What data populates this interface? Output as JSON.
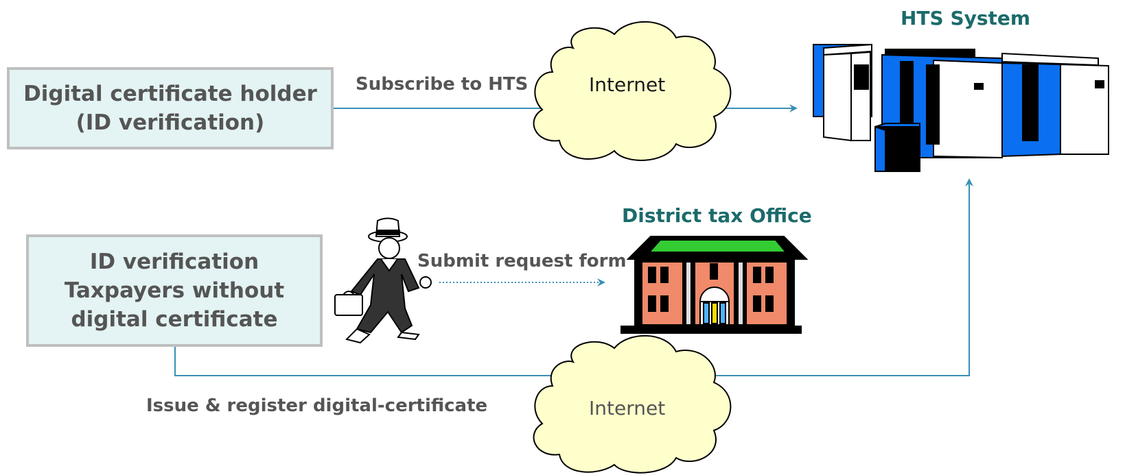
{
  "boxes": {
    "holder": {
      "line1": "Digital certificate holder",
      "line2": "(ID verification)"
    },
    "taxpayer": {
      "line1": "ID verification",
      "line2": "Taxpayers without",
      "line3": "digital certificate"
    }
  },
  "labels": {
    "subscribe": "Subscribe to HTS",
    "submit": "Submit request form",
    "issue": "Issue & register digital-certificate"
  },
  "clouds": {
    "top": "Internet",
    "bottom": "Internet"
  },
  "titles": {
    "hts_system": "HTS System",
    "district_office": "District tax Office"
  },
  "colors": {
    "connector": "#3a8fb7",
    "box_fill": "#e4f3f3",
    "box_border": "#bfbfbf",
    "cloud_fill": "#ffffcc",
    "server_blue": "#0a6ff0",
    "title_teal": "#1c6b6b",
    "building_roof": "#33cc33",
    "building_wall": "#f08a6a"
  }
}
